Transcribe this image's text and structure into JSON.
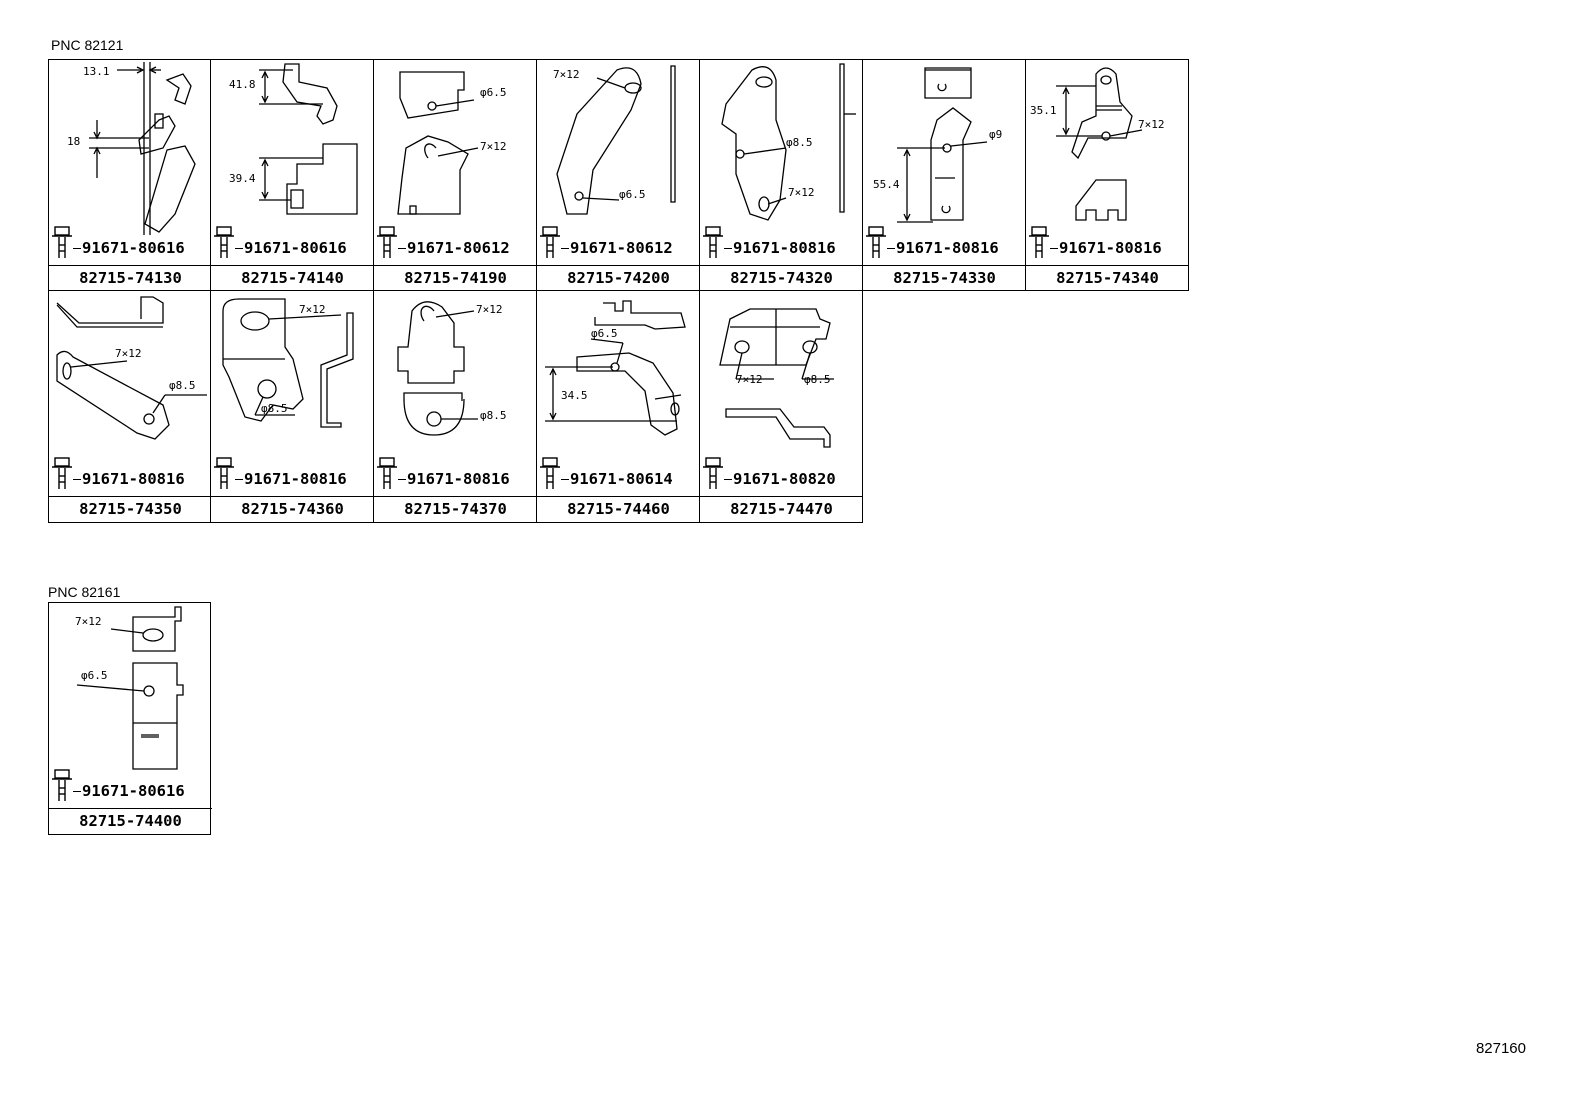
{
  "groups": [
    {
      "pnc": "PNC 82121",
      "cells": [
        {
          "bolt": "91671-80616",
          "part": "82715-74130",
          "dims": [
            "13.1",
            "18"
          ]
        },
        {
          "bolt": "91671-80616",
          "part": "82715-74140",
          "dims": [
            "41.8",
            "39.4"
          ]
        },
        {
          "bolt": "91671-80612",
          "part": "82715-74190",
          "dims": [
            "φ6.5",
            "7×12"
          ]
        },
        {
          "bolt": "91671-80612",
          "part": "82715-74200",
          "dims": [
            "7×12",
            "φ6.5"
          ]
        },
        {
          "bolt": "91671-80816",
          "part": "82715-74320",
          "dims": [
            "φ8.5",
            "7×12"
          ]
        },
        {
          "bolt": "91671-80816",
          "part": "82715-74330",
          "dims": [
            "φ9",
            "55.4"
          ]
        },
        {
          "bolt": "91671-80816",
          "part": "82715-74340",
          "dims": [
            "35.1",
            "7×12"
          ]
        },
        {
          "bolt": "91671-80816",
          "part": "82715-74350",
          "dims": [
            "7×12",
            "φ8.5"
          ]
        },
        {
          "bolt": "91671-80816",
          "part": "82715-74360",
          "dims": [
            "7×12",
            "φ8.5"
          ]
        },
        {
          "bolt": "91671-80816",
          "part": "82715-74370",
          "dims": [
            "7×12",
            "φ8.5"
          ]
        },
        {
          "bolt": "91671-80614",
          "part": "82715-74460",
          "dims": [
            "φ6.5",
            "34.5"
          ]
        },
        {
          "bolt": "91671-80820",
          "part": "82715-74470",
          "dims": [
            "7×12",
            "φ8.5"
          ]
        }
      ]
    },
    {
      "pnc": "PNC 82161",
      "cells": [
        {
          "bolt": "91671-80616",
          "part": "82715-74400",
          "dims": [
            "7×12",
            "φ6.5"
          ]
        }
      ]
    }
  ],
  "diagram_code": "827160"
}
